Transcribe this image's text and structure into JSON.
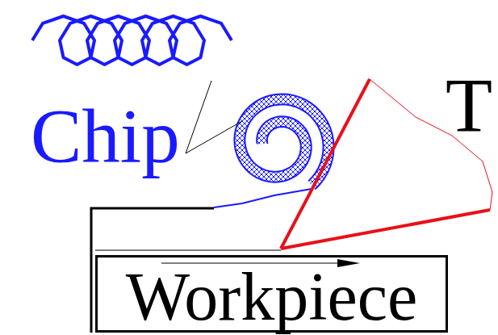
{
  "diagram": {
    "nodes": [
      {
        "text": [
          "Workpiece"
        ]
      }
    ],
    "labels": [
      "Chip",
      "T"
    ]
  }
}
